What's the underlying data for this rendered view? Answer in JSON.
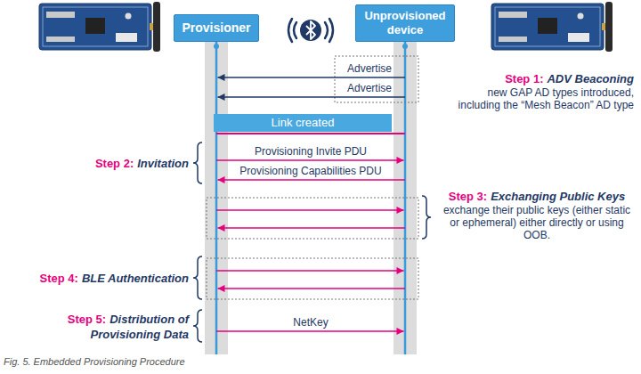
{
  "diagram": {
    "caption": "Fig. 5. Embedded Provisioning Procedure",
    "nodes": [
      {
        "text": [
          "Provisioner"
        ]
      },
      {
        "text": [
          "Unprovisioned device"
        ]
      },
      {
        "text": [
          "Link created"
        ]
      }
    ],
    "edges": [
      {
        "from": 1,
        "to": 0,
        "arrow": "to",
        "label": "Advertise"
      },
      {
        "from": 1,
        "to": 0,
        "arrow": "to",
        "label": "Advertise"
      },
      {
        "from": 0,
        "to": 1,
        "arrow": "to",
        "label": "Provisioning Invite PDU"
      },
      {
        "from": 1,
        "to": 0,
        "arrow": "to",
        "label": "Provisioning Capabilities PDU"
      },
      {
        "from": 0,
        "to": 1,
        "arrow": "to"
      },
      {
        "from": 1,
        "to": 0,
        "arrow": "to"
      },
      {
        "from": 0,
        "to": 1,
        "arrow": "to"
      },
      {
        "from": 1,
        "to": 0,
        "arrow": "to"
      },
      {
        "from": 0,
        "to": 1,
        "arrow": "to",
        "label": "NetKey"
      }
    ],
    "labels": [
      "Step 1:",
      "ADV Beaconing",
      "new GAP AD types introduced, including the “Mesh Beacon” AD type",
      "Step 2:",
      "Invitation",
      "Step 3:",
      "Exchanging Public Keys",
      "exchange their public keys (either static or ephemeral) either directly or using OOB.",
      "Step 4:",
      "BLE Authentication",
      "Step 5:",
      "Distribution of Provisioning Data"
    ]
  }
}
